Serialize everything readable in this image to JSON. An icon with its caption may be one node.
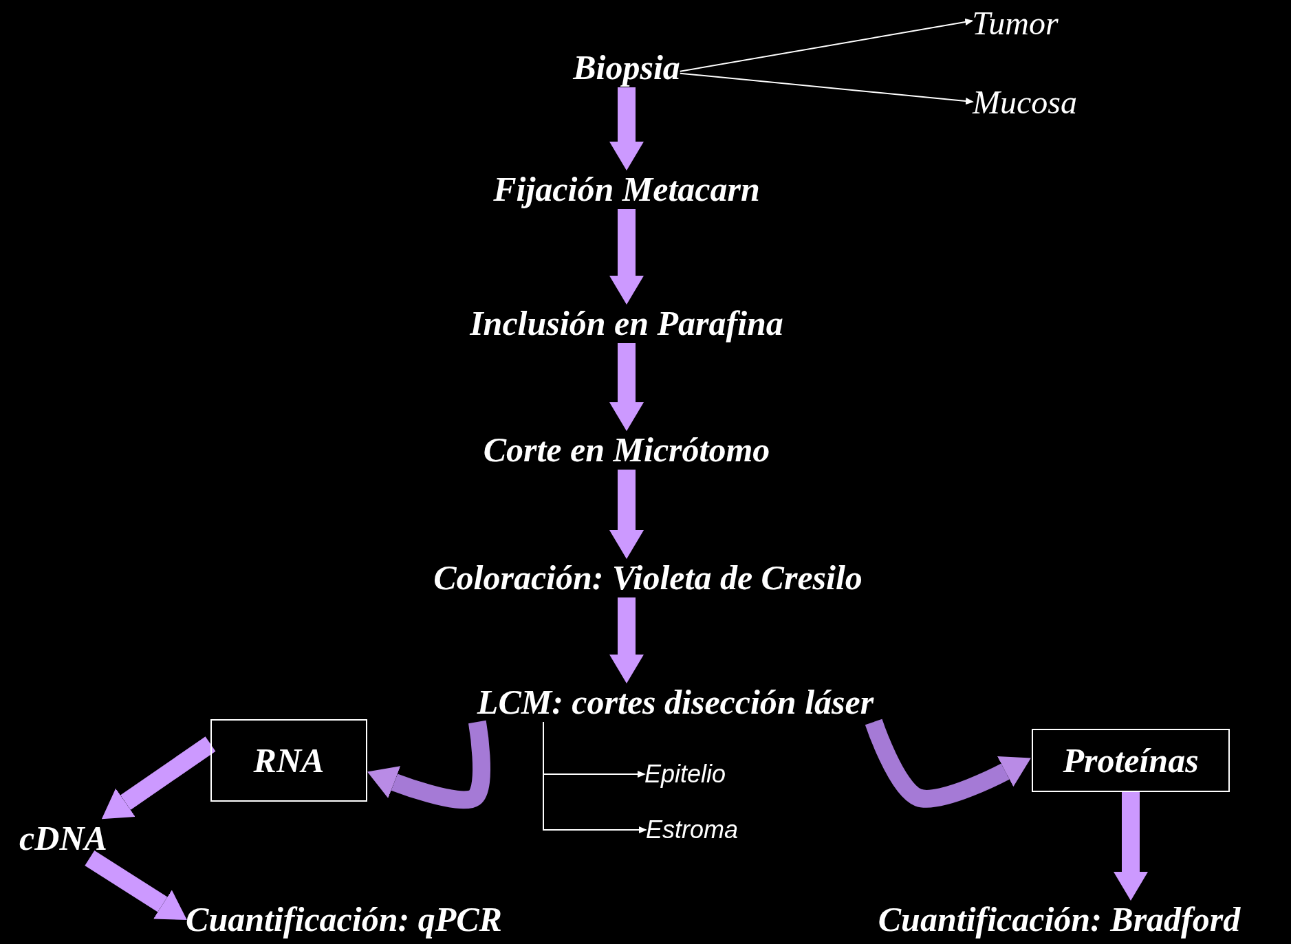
{
  "diagram": {
    "nodes": [
      {
        "text": [
          "Biopsia"
        ]
      },
      {
        "text": [
          "Tumor"
        ]
      },
      {
        "text": [
          "Mucosa"
        ]
      },
      {
        "text": [
          "Fijación Metacarn"
        ]
      },
      {
        "text": [
          "Inclusión en Parafina"
        ]
      },
      {
        "text": [
          "Corte en Micrótomo"
        ]
      },
      {
        "text": [
          "Coloración: Violeta de Cresilo"
        ]
      },
      {
        "text": [
          "LCM: cortes disección láser"
        ]
      },
      {
        "text": [
          "RNA"
        ]
      },
      {
        "text": [
          "Proteínas"
        ]
      },
      {
        "text": [
          "cDNA"
        ]
      },
      {
        "text": [
          "Cuantificación: qPCR"
        ]
      },
      {
        "text": [
          "Cuantificación: Bradford"
        ]
      },
      {
        "text": [
          "Epitelio"
        ]
      },
      {
        "text": [
          "Estroma"
        ]
      }
    ],
    "edges": [
      {
        "from": 0,
        "to": 1,
        "arrow": "to",
        "color": "#ffffff"
      },
      {
        "from": 0,
        "to": 2,
        "arrow": "to",
        "color": "#ffffff"
      },
      {
        "from": 0,
        "to": 3,
        "arrow": "to"
      },
      {
        "from": 3,
        "to": 4,
        "arrow": "to"
      },
      {
        "from": 4,
        "to": 5,
        "arrow": "to"
      },
      {
        "from": 5,
        "to": 6,
        "arrow": "to"
      },
      {
        "from": 6,
        "to": 7,
        "arrow": "to"
      },
      {
        "from": 7,
        "to": 8,
        "arrow": "to"
      },
      {
        "from": 7,
        "to": 9,
        "arrow": "to"
      },
      {
        "from": 8,
        "to": 10,
        "arrow": "to"
      },
      {
        "from": 10,
        "to": 11,
        "arrow": "to"
      },
      {
        "from": 9,
        "to": 12,
        "arrow": "to"
      },
      {
        "from": 7,
        "to": 13,
        "arrow": "to",
        "color": "#ffffff"
      },
      {
        "from": 7,
        "to": 14,
        "arrow": "to",
        "color": "#ffffff"
      }
    ]
  }
}
